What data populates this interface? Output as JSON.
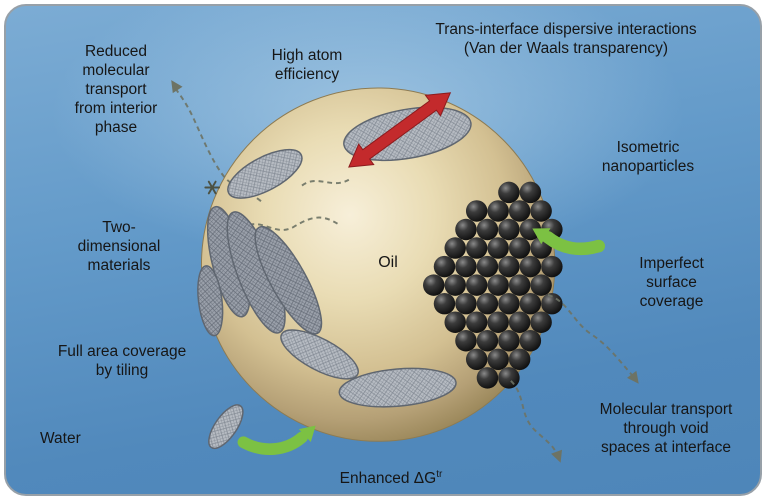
{
  "figure": {
    "labels": {
      "reduced_transport": [
        "Reduced",
        "molecular",
        "transport",
        "from interior",
        "phase"
      ],
      "high_atom_efficiency": [
        "High atom",
        "efficiency"
      ],
      "trans_interface": [
        "Trans-interface dispersive interactions",
        "(Van der Waals transparency)"
      ],
      "isometric_nanoparticles": [
        "Isometric",
        "nanoparticles"
      ],
      "two_dimensional_materials": [
        "Two-",
        "dimensional",
        "materials"
      ],
      "oil": "Oil",
      "imperfect_coverage": [
        "Imperfect",
        "surface",
        "coverage"
      ],
      "full_area_coverage": [
        "Full area coverage",
        "by tiling"
      ],
      "water": "Water",
      "enhanced_prefix": "Enhanced ΔG",
      "enhanced_sup": "tr",
      "molecular_transport": [
        "Molecular transport",
        "through void",
        "spaces at interface"
      ]
    },
    "colors": {
      "water_blue": "#5e95c4",
      "oil_tan": "#e0d2a8",
      "sheet_gray": "#a8aeb6",
      "nanoparticle_black": "#141414",
      "dispersive_arrow_red": "#c32a2c",
      "adsorption_arrow_green": "#7cc143",
      "transport_path_gray": "#6d7365",
      "text": "#161616"
    }
  }
}
